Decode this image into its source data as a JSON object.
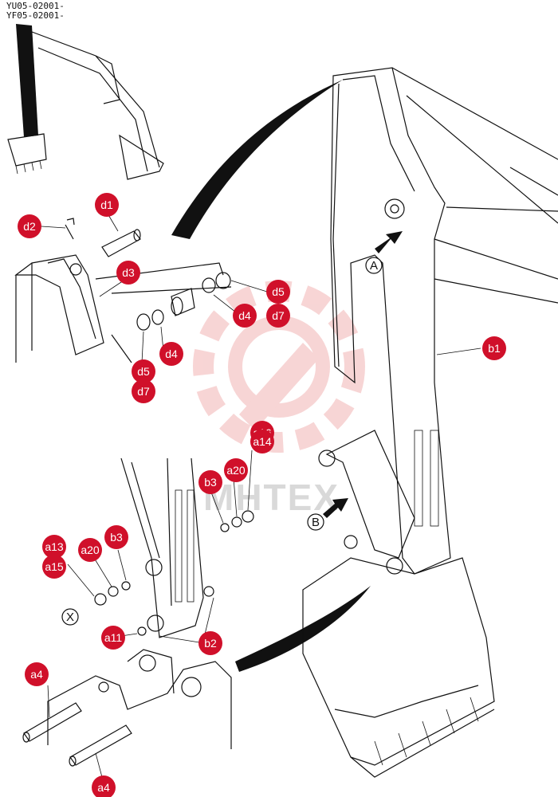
{
  "serials": [
    "YU05-02001-",
    "YF05-02001-"
  ],
  "watermark": {
    "text": "MHTEX",
    "color": "#f2b3b3"
  },
  "callout_color": "#d0102a",
  "callouts": [
    {
      "id": "d1",
      "label": "d1"
    },
    {
      "id": "d2",
      "label": "d2"
    },
    {
      "id": "d3",
      "label": "d3"
    },
    {
      "id": "d5-top",
      "label": "d5"
    },
    {
      "id": "d7-top",
      "label": "d7"
    },
    {
      "id": "d4-right",
      "label": "d4"
    },
    {
      "id": "d4-left",
      "label": "d4"
    },
    {
      "id": "d5-left",
      "label": "d5"
    },
    {
      "id": "d7-left",
      "label": "d7"
    },
    {
      "id": "b1",
      "label": "b1"
    },
    {
      "id": "a14-back",
      "label": "a16"
    },
    {
      "id": "a14",
      "label": "a14"
    },
    {
      "id": "a20-top",
      "label": "a20"
    },
    {
      "id": "b3-top",
      "label": "b3"
    },
    {
      "id": "a13",
      "label": "a13"
    },
    {
      "id": "a15",
      "label": "a15"
    },
    {
      "id": "a20-left",
      "label": "a20"
    },
    {
      "id": "b3-left",
      "label": "b3"
    },
    {
      "id": "a11",
      "label": "a11"
    },
    {
      "id": "b2",
      "label": "b2"
    },
    {
      "id": "a4-top",
      "label": "a4"
    },
    {
      "id": "a4-bottom",
      "label": "a4"
    }
  ],
  "view_markers": [
    {
      "id": "A",
      "label": "A"
    },
    {
      "id": "B",
      "label": "B"
    },
    {
      "id": "X",
      "label": "X"
    }
  ]
}
